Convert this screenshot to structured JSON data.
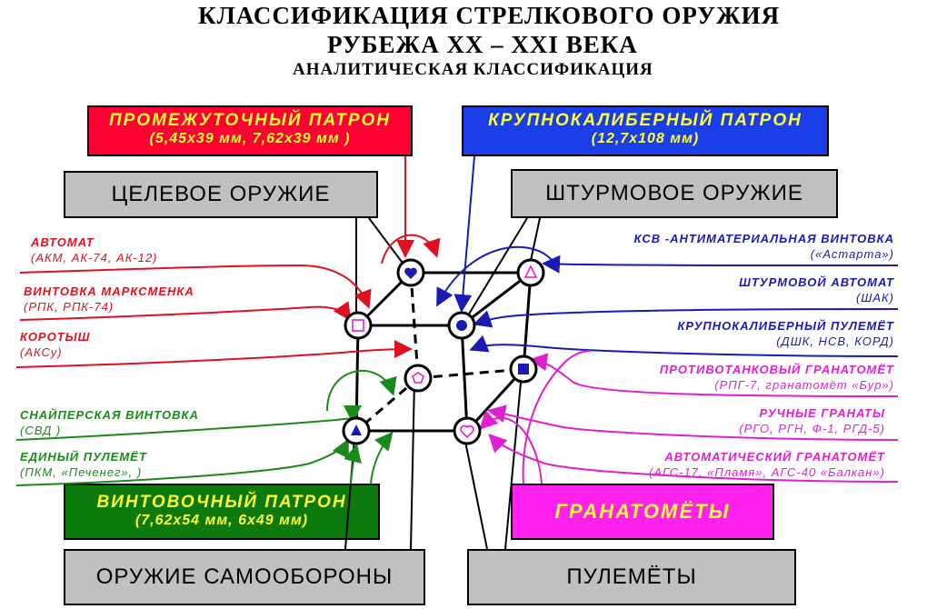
{
  "title": {
    "line1": "КЛАССИФИКАЦИЯ  СТРЕЛКОВОГО  ОРУЖИЯ",
    "line2": "РУБЕЖА  XX – XXI  ВЕКА",
    "line3": "АНАЛИТИЧЕСКАЯ КЛАССИФИКАЦИЯ"
  },
  "cartridges": {
    "intermediate": {
      "title": "ПРОМЕЖУТОЧНЫЙ  ПАТРОН",
      "spec": "(5,45х39 мм, 7,62х39 мм )",
      "color": "#ff0033"
    },
    "large_caliber": {
      "title": "КРУПНОКАЛИБЕРНЫЙ  ПАТРОН",
      "spec": "(12,7х108 мм)",
      "color": "#1a3ee8"
    },
    "rifle": {
      "title": "ВИНТОВОЧНЫЙ  ПАТРОН",
      "spec": "(7,62х54 мм, 6х49 мм)",
      "color": "#0d7a0d"
    },
    "grenade": {
      "title": "ГРАНАТОМЁТЫ",
      "color": "#ff22ee"
    }
  },
  "categories": {
    "target": "ЦЕЛЕВОЕ  ОРУЖИЕ",
    "assault": "ШТУРМОВОЕ  ОРУЖИЕ",
    "self_defense": "ОРУЖИЕ  САМООБОРОНЫ",
    "machine_guns": "ПУЛЕМЁТЫ"
  },
  "left_labels": [
    {
      "name": "АВТОМАТ",
      "detail": "(АКМ, АК-74, АК-12)"
    },
    {
      "name": "ВИНТОВКА  МАРКСМЕНКА",
      "detail": "(РПК, РПК-74)"
    },
    {
      "name": "КОРОТЫШ",
      "detail": "(АКСу)"
    },
    {
      "name": "СНАЙПЕРСКАЯ  ВИНТОВКА",
      "detail": "(СВД )"
    },
    {
      "name": "ЕДИНЫЙ  ПУЛЕМЁТ",
      "detail": "(ПКМ, «Печенег», )"
    }
  ],
  "right_labels": [
    {
      "name": "КСВ -АНТИМАТЕРИАЛЬНАЯ  ВИНТОВКА",
      "detail": "(«Астарта»)"
    },
    {
      "name": "ШТУРМОВОЙ  АВТОМАТ",
      "detail": "(ШАК)"
    },
    {
      "name": "КРУПНОКАЛИБЕРНЫЙ  ПУЛЕМЁТ",
      "detail": "(ДШК,  НСВ,  КОРД)"
    },
    {
      "name": "ПРОТИВОТАНКОВЫЙ  ГРАНАТОМЁТ",
      "detail": "(РПГ-7, гранатомёт «Бур»)"
    },
    {
      "name": "РУЧНЫЕ  ГРАНАТЫ",
      "detail": "(РГО,  РГН,  Ф-1,  РГД-5)"
    },
    {
      "name": "АВТОМАТИЧЕСКИЙ  ГРАНАТОМЁТ",
      "detail": "(АГС-17, «Пламя», АГС-40 «Балкан»)"
    }
  ],
  "node_icons": [
    "heart-icon",
    "triangle-outline-icon",
    "square-outline-icon",
    "circle-icon",
    "pentagon-icon",
    "square-icon",
    "triangle-icon",
    "heart-outline-icon"
  ]
}
